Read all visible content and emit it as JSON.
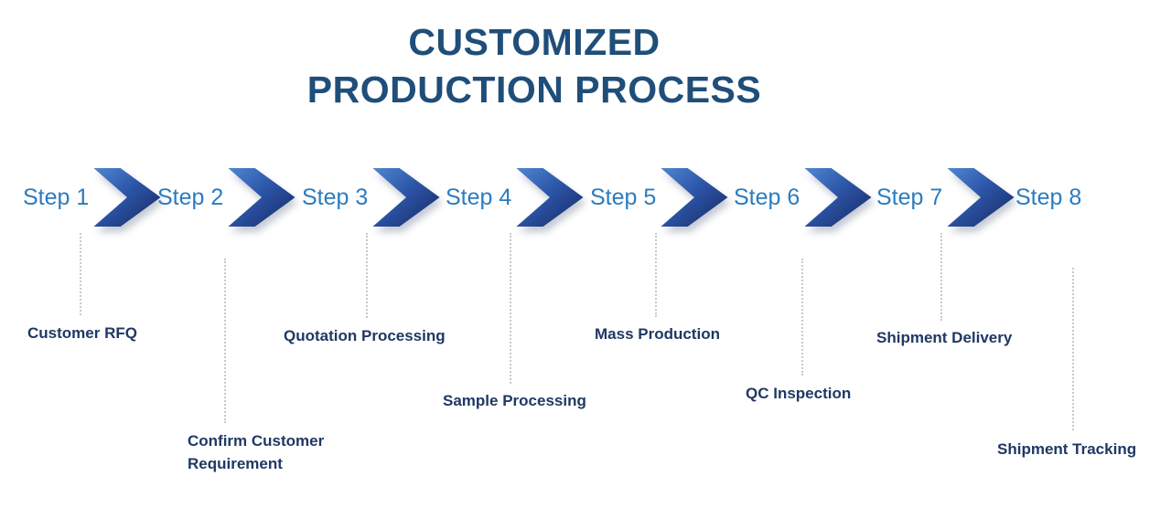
{
  "title": {
    "line1": "CUSTOMIZED",
    "line2": "PRODUCTION PROCESS"
  },
  "steps": [
    {
      "step_label": "Step 1",
      "description": "Customer RFQ"
    },
    {
      "step_label": "Step 2",
      "description": "Confirm Customer Requirement"
    },
    {
      "step_label": "Step 3",
      "description": "Quotation Processing"
    },
    {
      "step_label": "Step 4",
      "description": "Sample Processing"
    },
    {
      "step_label": "Step 5",
      "description": "Mass Production"
    },
    {
      "step_label": "Step 6",
      "description": "QC Inspection"
    },
    {
      "step_label": "Step 7",
      "description": "Shipment Delivery"
    },
    {
      "step_label": "Step 8",
      "description": "Shipment Tracking"
    }
  ],
  "colors": {
    "title": "#1f4e79",
    "step_label": "#2b7cc0",
    "description": "#1f3864",
    "arrow_gradient_start": "#4f86d0",
    "arrow_gradient_end": "#17275f",
    "connector_line": "#c9c9c9"
  }
}
